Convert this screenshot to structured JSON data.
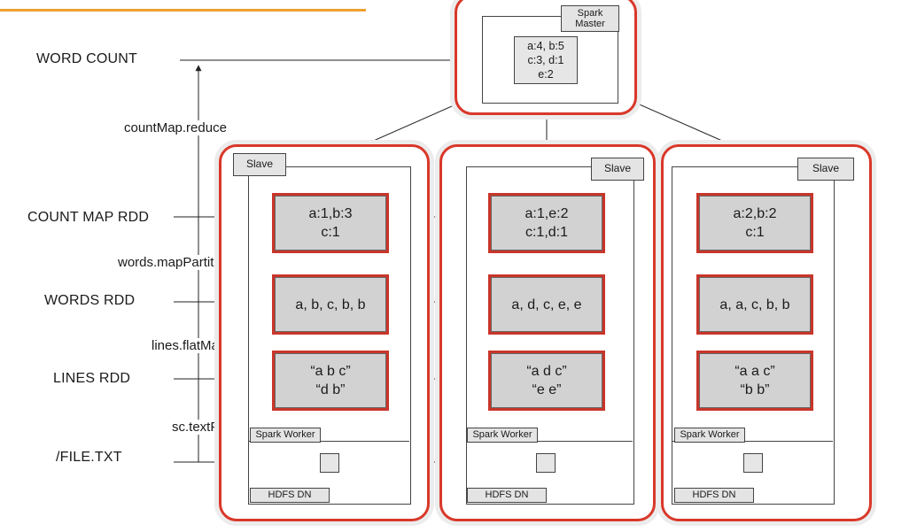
{
  "stages": {
    "word_count": "WORD  COUNT",
    "count_map_rdd": "COUNT MAP RDD",
    "words_rdd": "WORDS RDD",
    "lines_rdd": "LINES RDD",
    "file": "/FILE.TXT"
  },
  "operations": {
    "reduce": "countMap.reduce",
    "map_partitions": "words.mapPartitions",
    "flat_map": "lines.flatMap",
    "text_file": "sc.textFile"
  },
  "master": {
    "tag_line1": "Spark",
    "tag_line2": "Master",
    "result_line1": "a:4, b:5",
    "result_line2": "c:3, d:1",
    "result_line3": "e:2"
  },
  "nodes": [
    {
      "slave_label": "Slave",
      "count_map_line1": "a:1,b:3",
      "count_map_line2": "c:1",
      "words": "a, b, c, b, b",
      "lines_line1": "“a b c”",
      "lines_line2": "“d b”",
      "worker_label": "Spark Worker",
      "hdfs_label": "HDFS DN"
    },
    {
      "slave_label": "Slave",
      "count_map_line1": "a:1,e:2",
      "count_map_line2": "c:1,d:1",
      "words": "a, d, c, e, e",
      "lines_line1": "“a d c”",
      "lines_line2": "“e e”",
      "worker_label": "Spark Worker",
      "hdfs_label": "HDFS DN"
    },
    {
      "slave_label": "Slave",
      "count_map_line1": "a:2,b:2",
      "count_map_line2": "c:1",
      "words": "a, a, c, b, b",
      "lines_line1": "“a a c”",
      "lines_line2": "“b b”",
      "worker_label": "Spark Worker",
      "hdfs_label": "HDFS DN"
    }
  ],
  "colors": {
    "frame_red": "#d9382a",
    "accent_orange": "#f0a030",
    "box_gray": "#d2d2d2"
  }
}
